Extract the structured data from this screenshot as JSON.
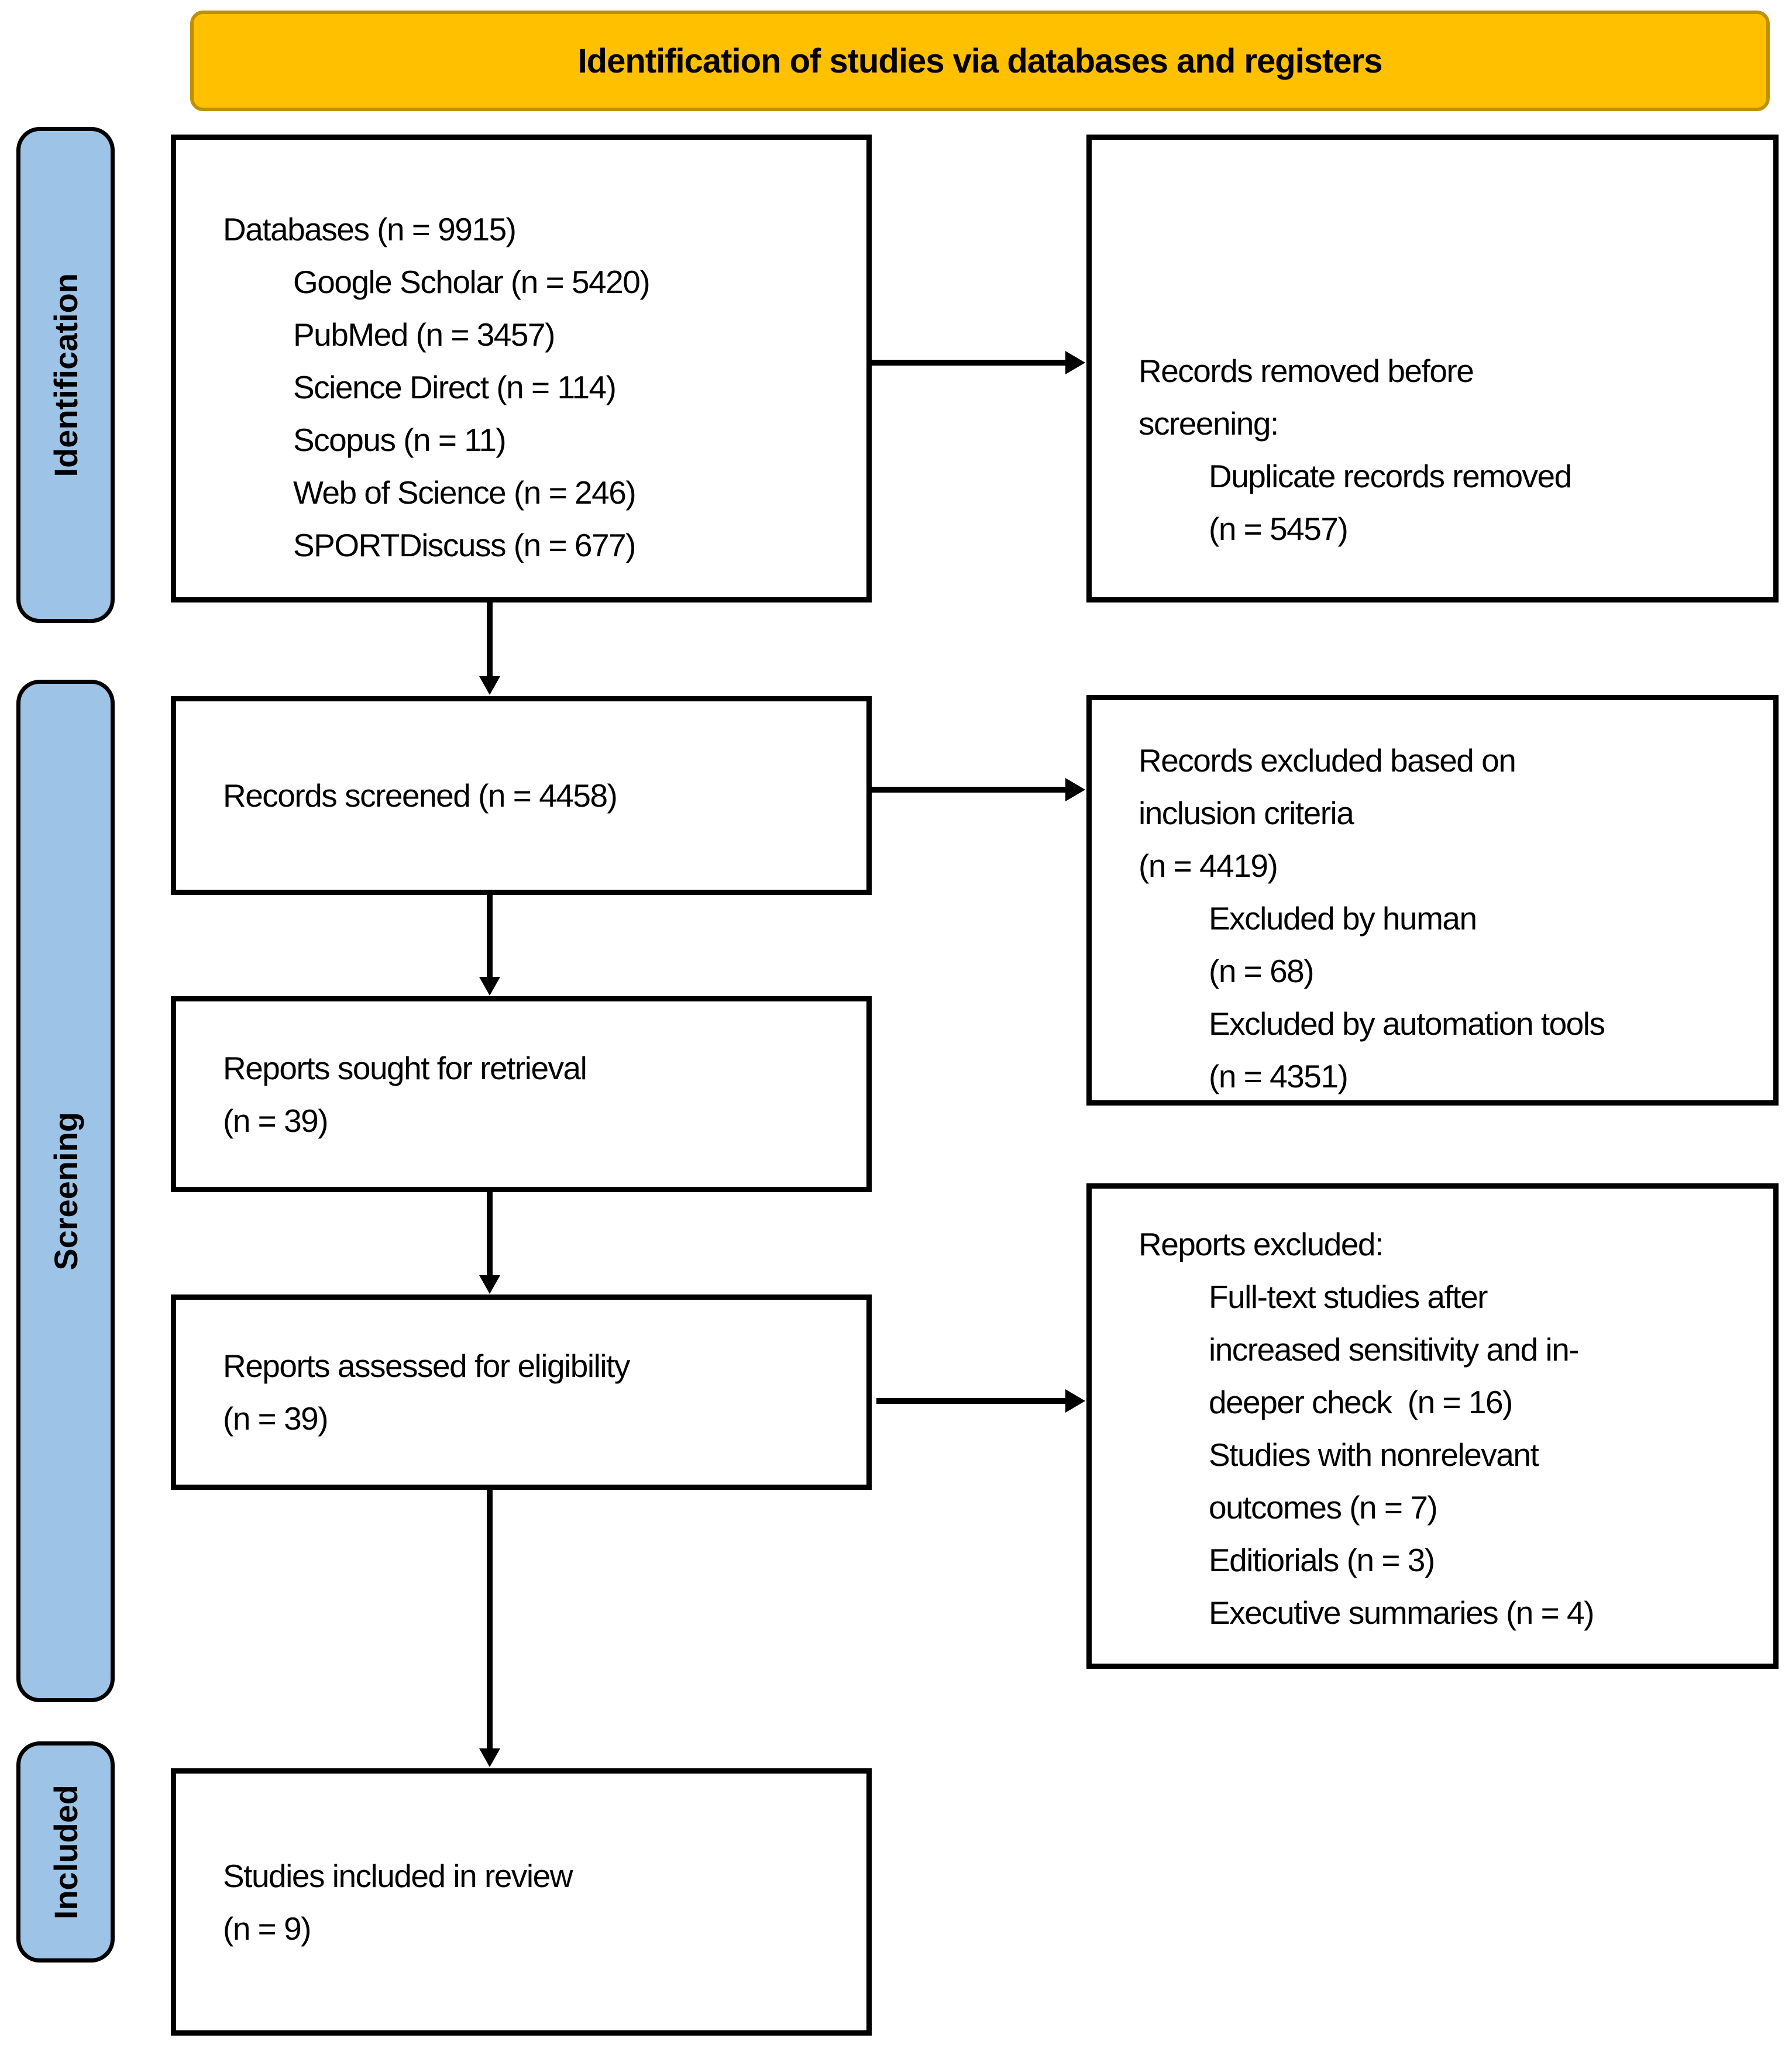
{
  "colors": {
    "banner_fill": "#FFC000",
    "banner_border": "#BF9000",
    "sidebar_fill": "#9DC3E6",
    "sidebar_border": "#000000",
    "box_border": "#000000",
    "box_fill": "#FFFFFF",
    "arrow_color": "#000000",
    "text_color": "#000000"
  },
  "banner": {
    "title": "Identification of studies via databases and registers"
  },
  "sidebar": {
    "identification_label": "Identification",
    "screening_label": "Screening",
    "included_label": "Included"
  },
  "boxes": {
    "databases": {
      "main_lines": [
        "Databases (n = 9915)"
      ],
      "sub_lines": [
        "Google Scholar (n = 5420)",
        "PubMed (n = 3457)",
        "Science Direct (n = 114)",
        "Scopus (n = 11)",
        "Web of Science (n = 246)",
        "SPORTDiscuss (n = 677)"
      ]
    },
    "records_removed": {
      "main_lines": [
        "Records removed before",
        "screening:"
      ],
      "sub_lines": [
        "Duplicate records removed",
        "(n = 5457)"
      ]
    },
    "records_screened": {
      "main_lines": [
        "Records screened (n = 4458)"
      ]
    },
    "records_excluded": {
      "main_lines": [
        "Records excluded based on",
        "inclusion criteria",
        "(n = 4419)"
      ],
      "sub_lines": [
        "Excluded by human",
        "(n = 68)",
        "Excluded by automation tools",
        "(n = 4351)"
      ]
    },
    "reports_sought": {
      "main_lines": [
        "Reports sought for retrieval",
        "(n = 39)"
      ]
    },
    "reports_assessed": {
      "main_lines": [
        "Reports assessed for eligibility",
        "(n = 39)"
      ]
    },
    "reports_excluded": {
      "main_lines": [
        "Reports excluded:"
      ],
      "sub_lines": [
        "Full-text studies after",
        "increased sensitivity and in-",
        "deeper check  (n = 16)",
        "Studies with nonrelevant",
        "outcomes (n = 7)",
        "Editiorials (n = 3)",
        "Executive summaries (n = 4)"
      ]
    },
    "studies_included": {
      "main_lines": [
        "Studies included in review",
        "(n = 9)"
      ]
    }
  }
}
